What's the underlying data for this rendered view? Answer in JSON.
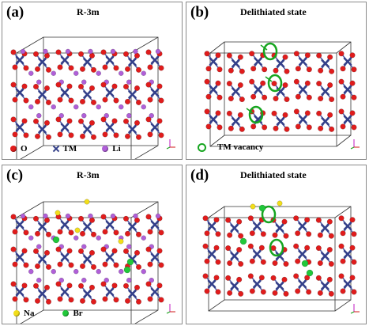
{
  "panels": {
    "a": {
      "label": "(a)",
      "title": "R-3m"
    },
    "b": {
      "label": "(b)",
      "title": "Delithiated state"
    },
    "c": {
      "label": "(c)",
      "title": "R-3m"
    },
    "d": {
      "label": "(d)",
      "title": "Delithiated state"
    }
  },
  "legend": {
    "o": "O",
    "tm": "TM",
    "li": "Li",
    "vacancy": "TM vacancy",
    "na": "Na",
    "br": "Br"
  },
  "colors": {
    "oxygen": "#e01c1c",
    "tm": "#34408a",
    "li": "#b05fd8",
    "na": "#f2de1a",
    "br": "#20c83a",
    "vacancy": "#16a51f",
    "box": "#333333"
  }
}
